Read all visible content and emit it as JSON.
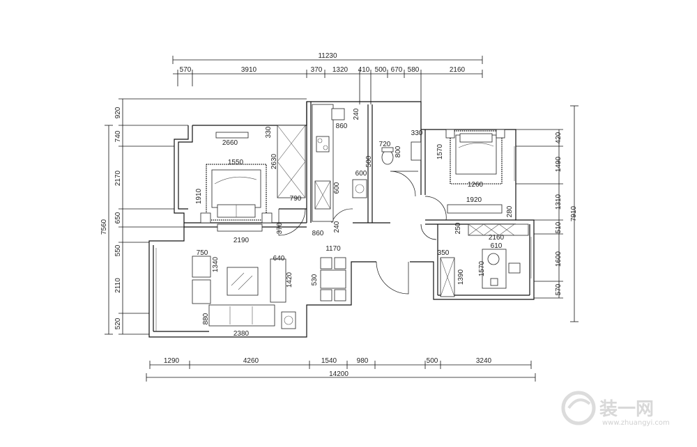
{
  "dimensions": {
    "top_total": "11230",
    "top_segments": [
      "570",
      "3910",
      "370",
      "1320",
      "410",
      "500",
      "670",
      "580",
      "2160"
    ],
    "bottom_total": "14200",
    "bottom_segments": [
      "1290",
      "4260",
      "1540",
      "980",
      "500",
      "3240"
    ],
    "left_total": "7560",
    "left_segments": [
      "920",
      "740",
      "2170",
      "650",
      "550",
      "2110",
      "520"
    ],
    "right_total": "7910",
    "right_segments": [
      "420",
      "1490",
      "1310",
      "510",
      "1600",
      "570"
    ],
    "interior": {
      "d2660": "2660",
      "d330a": "330",
      "d2630": "2630",
      "d1550": "1550",
      "d1910": "1910",
      "d790": "790",
      "d370": "370",
      "d2190": "2190",
      "d750": "750",
      "d1340": "1340",
      "d640": "640",
      "d1420": "1420",
      "d880": "880",
      "d2380": "2380",
      "d1170": "1170",
      "d530": "530",
      "d240a": "240",
      "d860": "860",
      "d600a": "600",
      "d600b": "600",
      "d240b": "240",
      "d860b": "860",
      "d720": "720",
      "d800": "800",
      "d500": "500",
      "d330b": "330",
      "d1570a": "1570",
      "d1260": "1260",
      "d1920": "1920",
      "d280": "280",
      "d250": "250",
      "d2160": "2160",
      "d610": "610",
      "d350": "350",
      "d1390": "1390",
      "d1570b": "1570"
    }
  },
  "watermark": {
    "logo_text": "装一网",
    "url": "www.zhuangyi.com"
  }
}
